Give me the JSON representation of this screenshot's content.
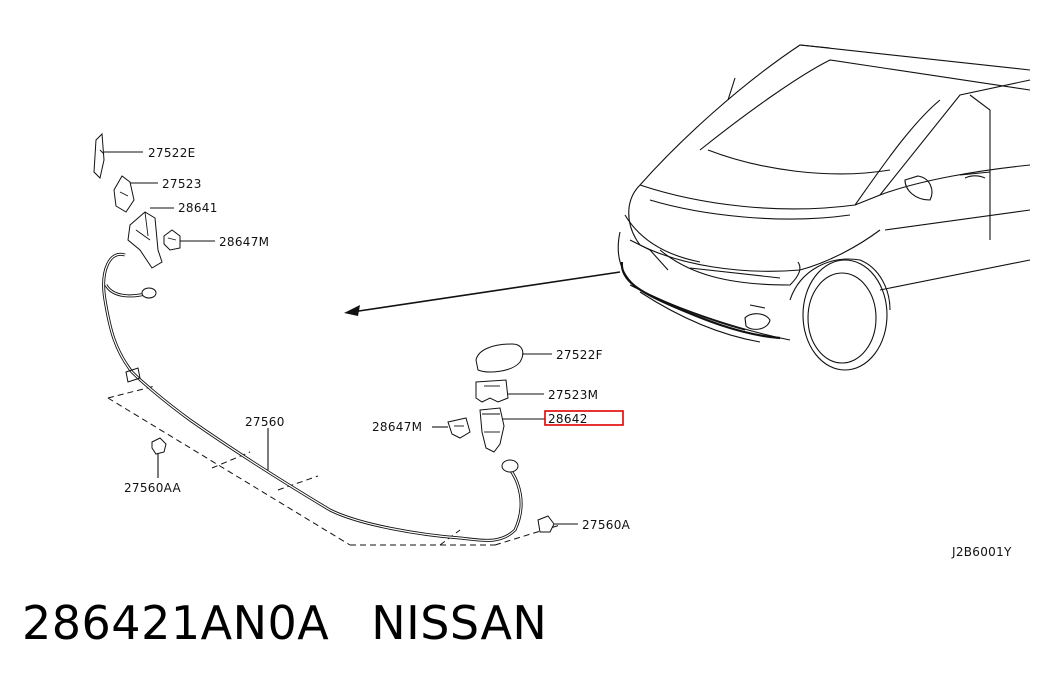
{
  "diagram": {
    "labels": {
      "left_top_cover": "27522E",
      "left_bracket": "27523",
      "left_nozzle": "28641",
      "left_clip": "28647M",
      "hose_main": "27560",
      "left_hose_clip": "27560AA",
      "right_top_cover": "27522F",
      "right_bracket": "27523M",
      "right_clip": "28647M",
      "right_nozzle_highlighted": "28642",
      "right_hose_clip": "27560A"
    },
    "diagram_code": "J2B6001Y",
    "highlight_color": "#e00000"
  },
  "caption": {
    "part_number": "286421AN0A",
    "brand": "NISSAN"
  }
}
